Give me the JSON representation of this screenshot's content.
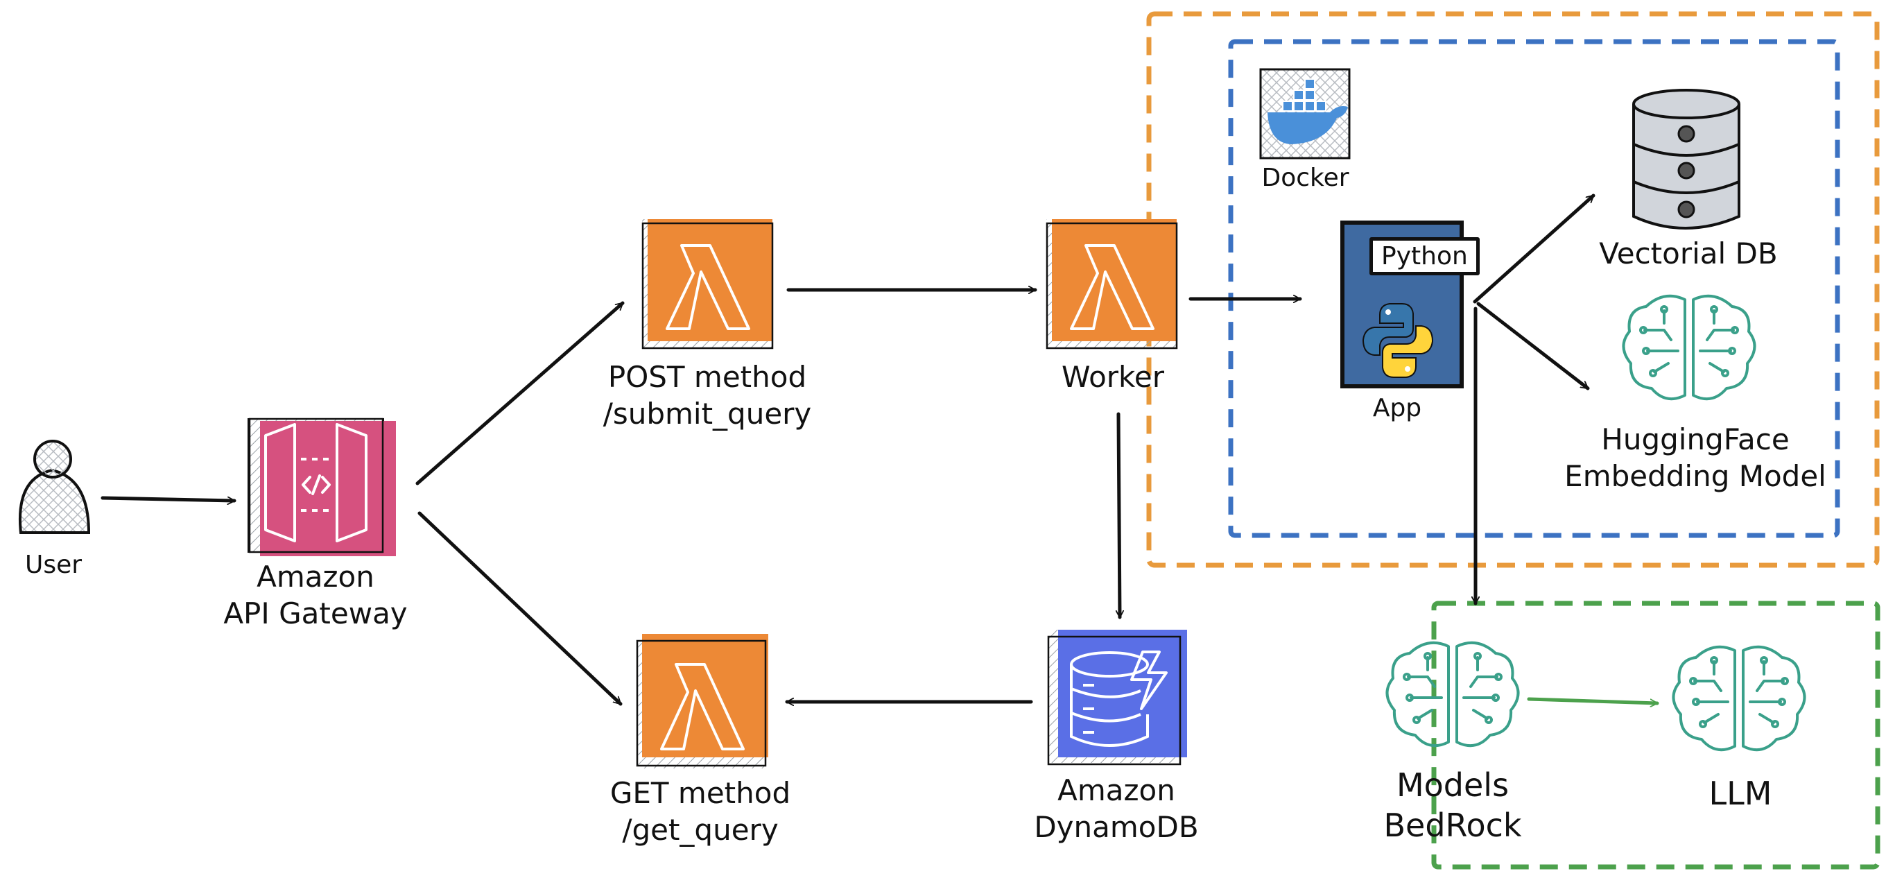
{
  "nodes": {
    "user": {
      "label": "User"
    },
    "api_gateway": {
      "line1": "Amazon",
      "line2": "API Gateway"
    },
    "post_method": {
      "line1": "POST method",
      "line2": "/submit_query"
    },
    "get_method": {
      "line1": "GET method",
      "line2": "/get_query"
    },
    "worker": {
      "label": "Worker"
    },
    "dynamodb": {
      "line1": "Amazon",
      "line2": "DynamoDB"
    },
    "docker": {
      "label": "Docker"
    },
    "app": {
      "label": "App",
      "tag": "Python"
    },
    "vectorial_db": {
      "label": "Vectorial DB"
    },
    "huggingface": {
      "line1": "HuggingFace",
      "line2": "Embedding Model"
    },
    "bedrock": {
      "line1": "Models",
      "line2": "BedRock"
    },
    "llm": {
      "label": "LLM"
    }
  },
  "colors": {
    "lambda": "#ED8936",
    "api_gateway": "#D6517F",
    "dynamodb": "#5A6FE6",
    "app_box": "#3F6AA1",
    "docker": "#4A90D9",
    "ml_icon": "#3AA08A",
    "orange_boundary": "#E89A3C",
    "blue_boundary": "#3C72C2",
    "green_boundary": "#4CA14C",
    "green_arrow": "#4CA14C",
    "db_cylinder": "#D1D5DB",
    "python_blue": "#3776AB",
    "python_yellow": "#FFD43B"
  }
}
